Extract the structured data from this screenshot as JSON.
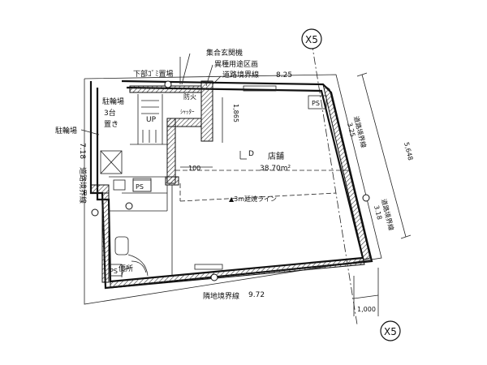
{
  "labels": {
    "collective_entrance": "集合玄関機",
    "garbage_area": "下部ｺﾞﾐ置場",
    "other_use_boundary": "異種用途区画",
    "road_boundary_top": "道路境界線",
    "road_boundary_top_value": "8.25",
    "fire_damper": "防火",
    "room_note": "ｼｬｯﾀｰ",
    "bike_line1": "駐輪場",
    "bike_line2": "3台",
    "bike_line3": "置き",
    "bike_area": "駐輪場",
    "road_boundary_left": "道路境界線",
    "left_value": "7.18",
    "up": "UP",
    "store_name": "店舗",
    "store_area": "38.70m²",
    "fire_line": "▲3m延焼ライン",
    "dim_100": "100",
    "dim_1865": "1,865",
    "toilet": "便所",
    "adjacent_boundary": "隣地境界線",
    "adjacent_value": "9.72",
    "road_boundary_right1": "道路境界線",
    "right1_value": "3.25",
    "road_boundary_right2": "道路境界線",
    "right2_value": "3.18",
    "dim_5648": "5,648",
    "dim_1000": "1,000",
    "grid_x5": "X5",
    "ps": "PS",
    "d_mark": "D"
  }
}
